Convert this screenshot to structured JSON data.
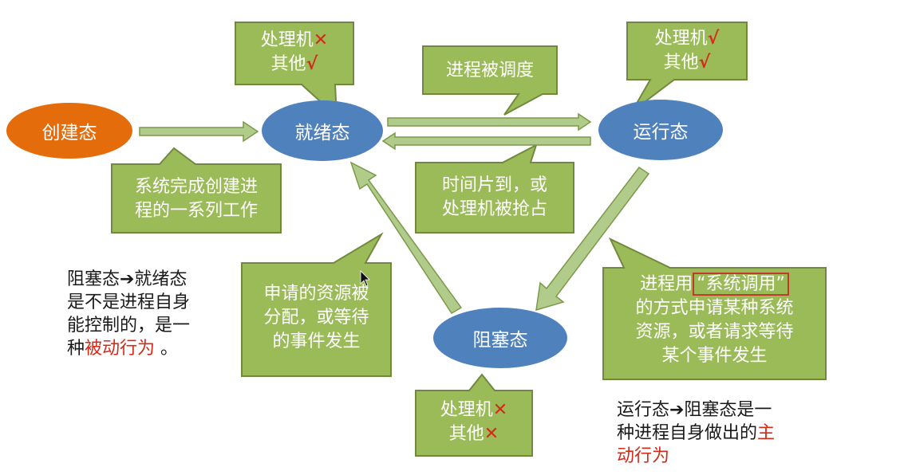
{
  "states": {
    "created": "创建态",
    "ready": "就绪态",
    "running": "运行态",
    "blocked": "阻塞态"
  },
  "callouts": {
    "create_done": [
      "系统完成创建进",
      "程的一系列工作"
    ],
    "scheduled": "进程被调度",
    "preempt": [
      "时间片到，或",
      "处理机被抢占"
    ],
    "resource_granted": [
      "申请的资源被",
      "分配，或等待",
      "的事件发生"
    ],
    "syscall": {
      "pre": "进程用",
      "highlight": "“系统调用”",
      "line2": "的方式申请某种系统",
      "line3": "资源，或者请求等待",
      "line4": "某个事件发生"
    }
  },
  "resources": {
    "ready": {
      "cpu": "处理机",
      "cpu_mark": "✕",
      "other": "其他",
      "other_mark": "√"
    },
    "running": {
      "cpu": "处理机",
      "cpu_mark": "√",
      "other": "其他",
      "other_mark": "√"
    },
    "blocked": {
      "cpu": "处理机",
      "cpu_mark": "✕",
      "other": "其他",
      "other_mark": "✕"
    }
  },
  "notes": {
    "left": {
      "l1": "阻塞态➔就绪态",
      "l2": "是不是进程自身",
      "l3": "能控制的，是一",
      "l4_pre": "种",
      "l4_red": "被动行为",
      "l4_post": " 。"
    },
    "right": {
      "l1": "运行态➔阻塞态是一",
      "l2_pre": "种进程自身做出的",
      "l2_red": "主",
      "l3_red": "动行为"
    }
  },
  "colors": {
    "callout_fill": "#9bbb59",
    "callout_stroke": "#71893f",
    "state_blue": "#4f81bd",
    "state_orange": "#e46c0a",
    "arrow_fill": "#b1cc8a",
    "arrow_stroke": "#7a9a4a",
    "red": "#d42a1a"
  }
}
